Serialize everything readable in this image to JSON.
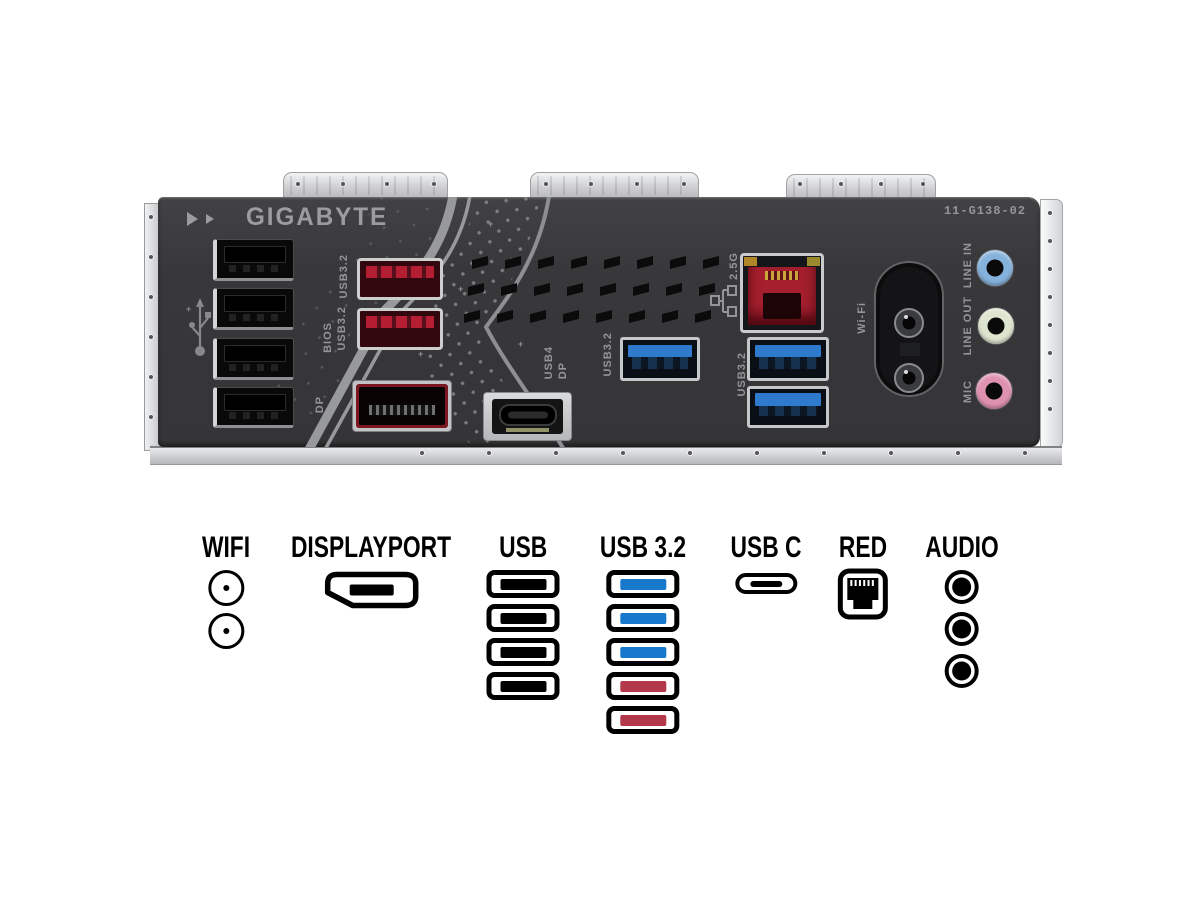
{
  "board": {
    "brand": "GIGABYTE",
    "model_code": "11-G138-02",
    "port_labels": {
      "usb32_a": "USB3.2",
      "bios_line1": "BIOS",
      "bios_line2": "USB3.2",
      "dp": "DP",
      "usb4_line1": "USB4",
      "usb4_line2": "DP",
      "usb32_b": "USB3.2",
      "lan_speed": "2.5G",
      "usb32_c": "USB3.2",
      "wifi": "Wi-Fi",
      "line_in": "LINE IN",
      "line_out": "LINE OUT",
      "mic": "MIC"
    },
    "ports": {
      "usb2_black_count": 4,
      "usb32_red_count": 2,
      "usb32_blue_count": 3,
      "displayport_count": 1,
      "usb4_type_c_count": 1,
      "lan_2_5g_count": 1,
      "wifi_antenna_connectors": 2,
      "audio_jacks": [
        "LINE IN",
        "LINE OUT",
        "MIC"
      ]
    }
  },
  "legend": {
    "items": [
      {
        "id": "wifi",
        "label": "WIFI",
        "icons": [
          {
            "type": "antenna"
          },
          {
            "type": "antenna"
          }
        ]
      },
      {
        "id": "displayport",
        "label": "DISPLAYPORT",
        "icons": [
          {
            "type": "dp"
          }
        ]
      },
      {
        "id": "usb",
        "label": "USB",
        "icons": [
          {
            "type": "usb-a",
            "color": "black"
          },
          {
            "type": "usb-a",
            "color": "black"
          },
          {
            "type": "usb-a",
            "color": "black"
          },
          {
            "type": "usb-a",
            "color": "black"
          }
        ]
      },
      {
        "id": "usb32",
        "label": "USB 3.2",
        "icons": [
          {
            "type": "usb-a",
            "color": "blue"
          },
          {
            "type": "usb-a",
            "color": "blue"
          },
          {
            "type": "usb-a",
            "color": "blue"
          },
          {
            "type": "usb-a",
            "color": "red"
          },
          {
            "type": "usb-a",
            "color": "red"
          }
        ]
      },
      {
        "id": "usbc",
        "label": "USB C",
        "icons": [
          {
            "type": "usb-c"
          }
        ]
      },
      {
        "id": "red",
        "label": "RED",
        "icons": [
          {
            "type": "ethernet"
          }
        ]
      },
      {
        "id": "audio",
        "label": "AUDIO",
        "icons": [
          {
            "type": "jack"
          },
          {
            "type": "jack"
          },
          {
            "type": "jack"
          }
        ]
      }
    ]
  },
  "colors": {
    "panel": "#3a3a3c",
    "silver": "#c9cacb",
    "usb_blue": "#1779cc",
    "usb_red": "#b2384a",
    "icon_black": "#000000",
    "port_red": "#b51d32",
    "lan_red": "#a51f2e",
    "audio_line_in": "#85b2dc",
    "audio_line_out": "#dde4cf",
    "audio_mic": "#df92ae"
  }
}
